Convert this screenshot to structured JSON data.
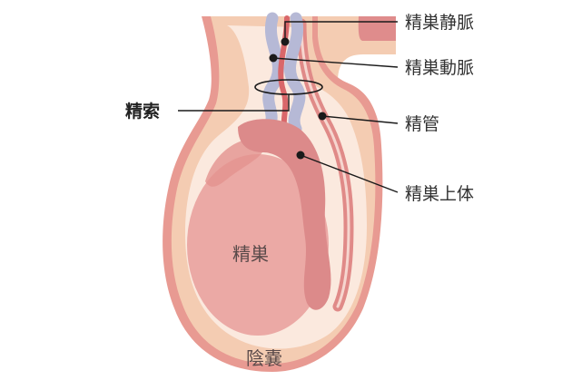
{
  "labels": {
    "testicular_vein": "精巣静脈",
    "testicular_artery": "精巣動脈",
    "spermatic_cord": "精索",
    "vas_deferens": "精管",
    "epididymis": "精巣上体",
    "testis": "精巣",
    "scrotum": "陰嚢"
  },
  "colors": {
    "scrotum_outline": "#e89a92",
    "scrotum_fill": "#f4ccb2",
    "scrotum_inner": "#fbe9de",
    "testis": "#eba9a5",
    "testis_shade": "#e3928f",
    "epididymis": "#dc8a8a",
    "vein": "#b6b9d6",
    "artery": "#d9676a",
    "vas_deferens": "#e08a88",
    "skin_top": "#f0c8b0",
    "leader": "#1a1a1a"
  }
}
